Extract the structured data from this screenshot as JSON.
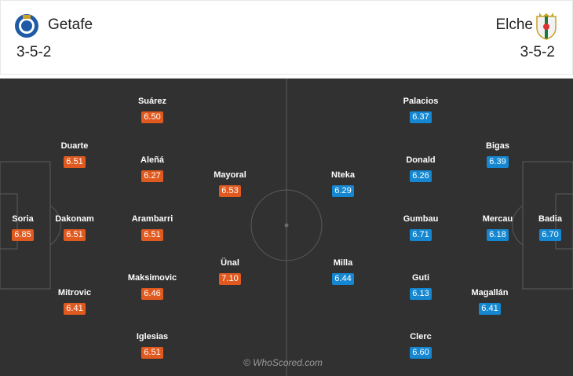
{
  "home": {
    "name": "Getafe",
    "formation": "3-5-2",
    "crest_icon": "getafe-crest-icon",
    "color": "#e05a20",
    "players": [
      {
        "name": "Soria",
        "rating": "6.85"
      },
      {
        "name": "Duarte",
        "rating": "6.51"
      },
      {
        "name": "Dakonam",
        "rating": "6.51"
      },
      {
        "name": "Mitrovic",
        "rating": "6.41"
      },
      {
        "name": "Suárez",
        "rating": "6.50"
      },
      {
        "name": "Aleñá",
        "rating": "6.27"
      },
      {
        "name": "Arambarri",
        "rating": "6.51"
      },
      {
        "name": "Maksimovic",
        "rating": "6.46"
      },
      {
        "name": "Iglesias",
        "rating": "6.51"
      },
      {
        "name": "Mayoral",
        "rating": "6.53"
      },
      {
        "name": "Ünal",
        "rating": "7.10"
      }
    ]
  },
  "away": {
    "name": "Elche",
    "formation": "3-5-2",
    "crest_icon": "elche-crest-icon",
    "color": "#1587d1",
    "players": [
      {
        "name": "Nteka",
        "rating": "6.29"
      },
      {
        "name": "Milla",
        "rating": "6.44"
      },
      {
        "name": "Palacios",
        "rating": "6.37"
      },
      {
        "name": "Donald",
        "rating": "6.26"
      },
      {
        "name": "Gumbau",
        "rating": "6.71"
      },
      {
        "name": "Guti",
        "rating": "6.13"
      },
      {
        "name": "Clerc",
        "rating": "6.60"
      },
      {
        "name": "Bigas",
        "rating": "6.39"
      },
      {
        "name": "Mercau",
        "rating": "6.18"
      },
      {
        "name": "Magallán",
        "rating": "6.41"
      },
      {
        "name": "Badia",
        "rating": "6.70"
      }
    ]
  },
  "watermark": "© WhoScored.com"
}
